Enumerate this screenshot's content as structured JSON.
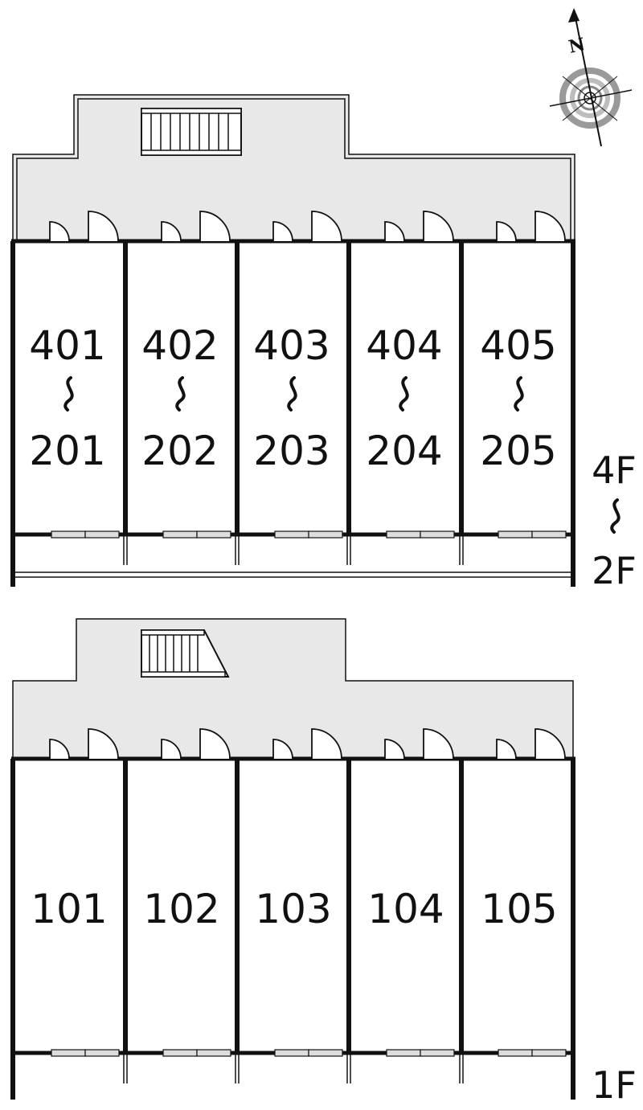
{
  "compass": {
    "north_label": "N"
  },
  "upper_block": {
    "floor_label_top": "4F",
    "floor_label_bottom": "2F",
    "units": [
      {
        "top": "401",
        "bottom": "201"
      },
      {
        "top": "402",
        "bottom": "202"
      },
      {
        "top": "403",
        "bottom": "203"
      },
      {
        "top": "404",
        "bottom": "204"
      },
      {
        "top": "405",
        "bottom": "205"
      }
    ]
  },
  "lower_block": {
    "floor_label": "1F",
    "units": [
      "101",
      "102",
      "103",
      "104",
      "105"
    ]
  },
  "colors": {
    "corridor": "#e8e8e8",
    "wall": "#111111",
    "compass_ring": "#9a9a9a"
  }
}
